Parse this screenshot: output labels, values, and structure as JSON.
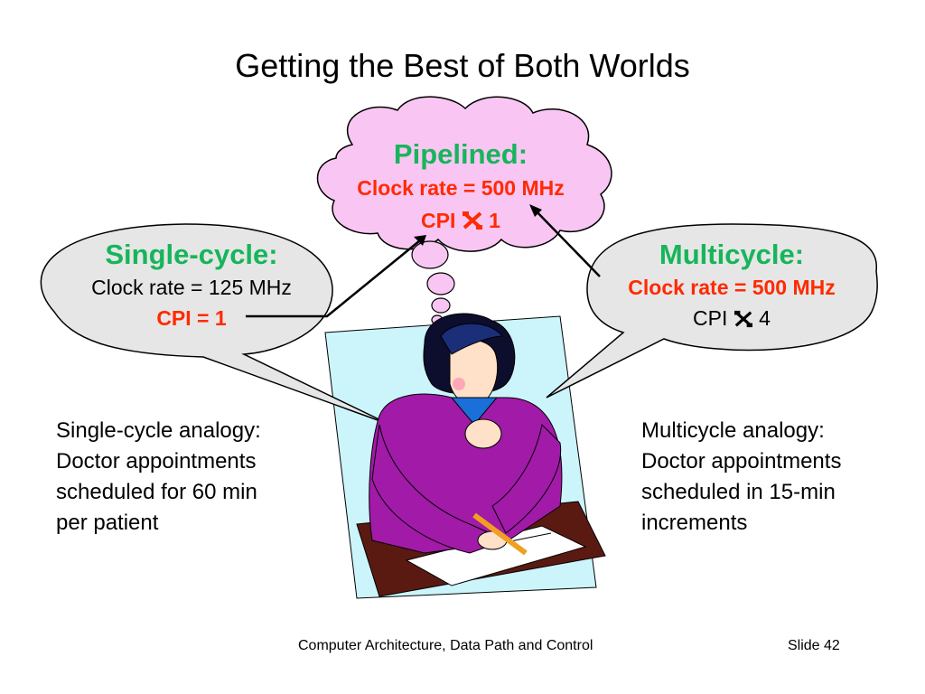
{
  "slide": {
    "title": "Getting the Best of Both Worlds",
    "footer_text": "Computer Architecture, Data Path and Control",
    "slide_number": "Slide 42"
  },
  "pipelined": {
    "heading": "Pipelined:",
    "clock": "Clock rate = 500 MHz",
    "cpi_label": "CPI",
    "cpi_value": "1"
  },
  "single_cycle": {
    "heading": "Single-cycle:",
    "clock": "Clock rate = 125 MHz",
    "cpi": "CPI = 1"
  },
  "multicycle": {
    "heading": "Multicycle:",
    "clock": "Clock rate = 500 MHz",
    "cpi_label": "CPI",
    "cpi_value": "4"
  },
  "left_analogy": {
    "line1": "Single-cycle analogy:",
    "line2": "Doctor appointments",
    "line3": "scheduled for 60 min",
    "line4": "per patient"
  },
  "right_analogy": {
    "line1": "Multicycle analogy:",
    "line2": "Doctor appointments",
    "line3": "scheduled in 15-min",
    "line4": "increments"
  },
  "colors": {
    "heading_green": "#17b55b",
    "value_red": "#ff2a00",
    "bubble_gray": "#e6e6e6",
    "cloud_pink": "#f9c6f3",
    "backdrop_cyan": "#ccf5fb",
    "jacket_purple": "#a21aa8"
  },
  "icons": {
    "approx_symbol": "tools-approx-icon",
    "person": "woman-thinking-clipart"
  }
}
